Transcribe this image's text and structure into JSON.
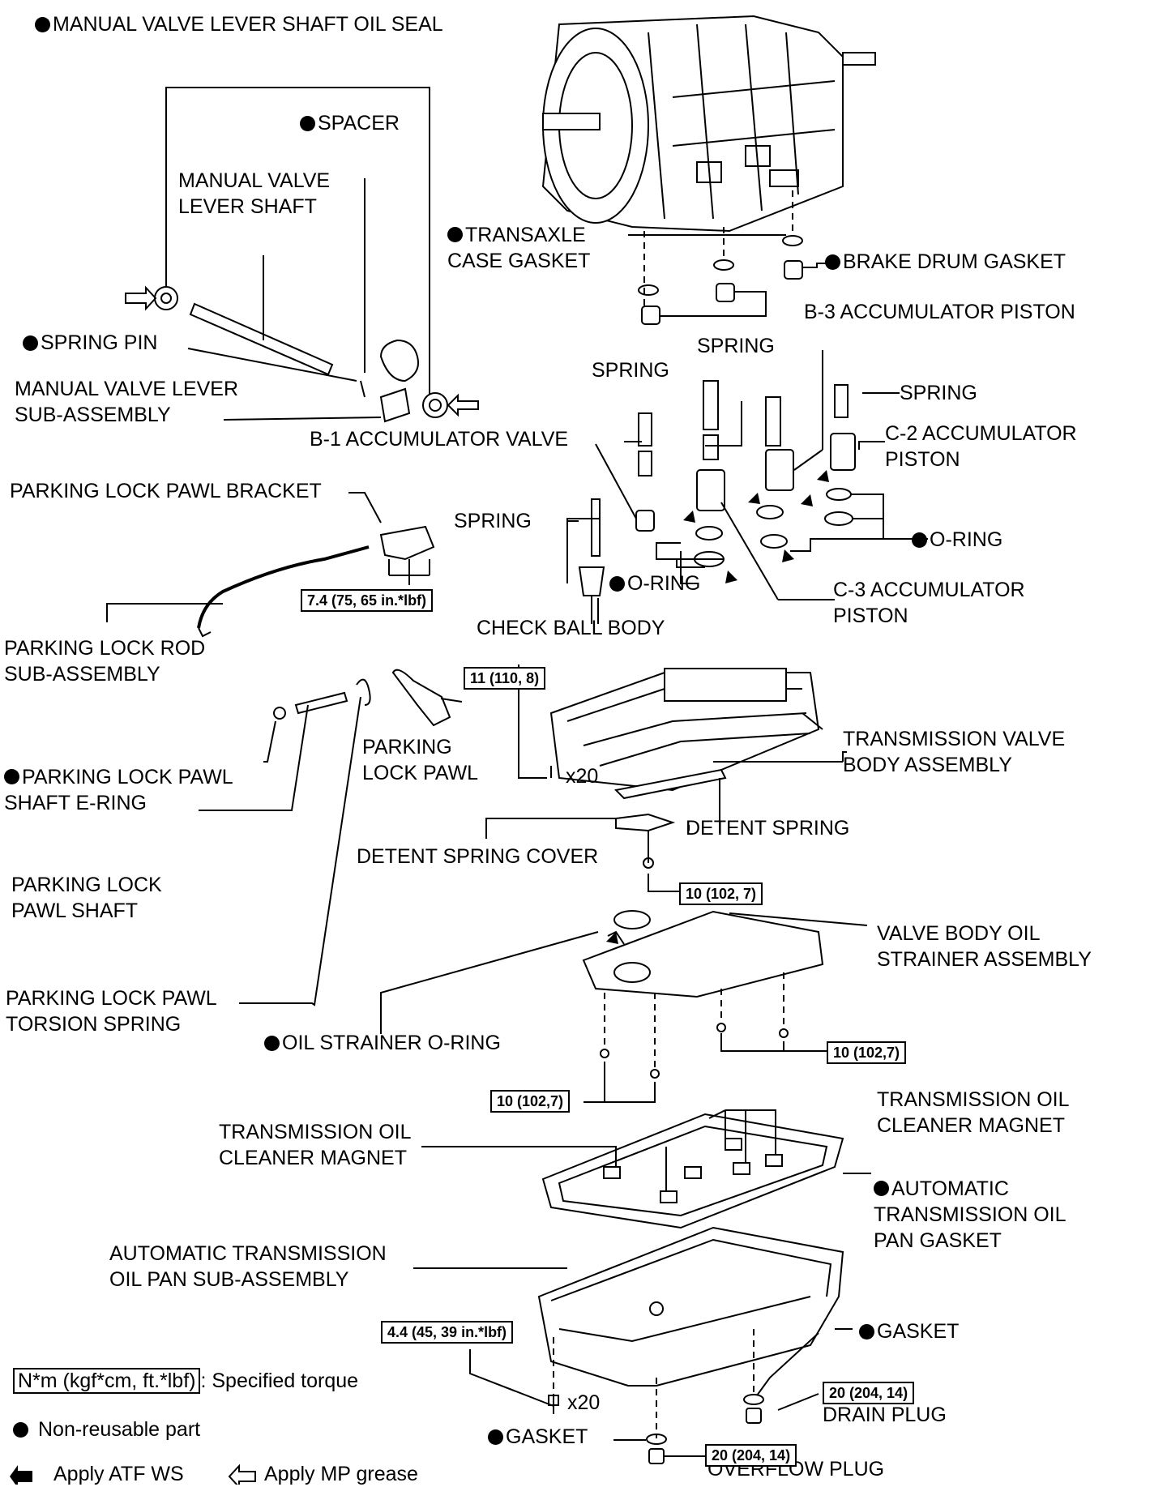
{
  "labels": {
    "manual_valve_lever_shaft_oil_seal": "MANUAL VALVE LEVER SHAFT OIL SEAL",
    "spacer": "SPACER",
    "manual_valve_lever_shaft": "MANUAL VALVE\nLEVER SHAFT",
    "transaxle_case_gasket": "TRANSAXLE\nCASE GASKET",
    "brake_drum_gasket": "BRAKE DRUM GASKET",
    "b3_accumulator_piston": "B-3 ACCUMULATOR PISTON",
    "spring_pin": "SPRING PIN",
    "spring_a": "SPRING",
    "spring_b": "SPRING",
    "spring_c": "SPRING",
    "spring_d": "SPRING",
    "manual_valve_lever_sub_assembly": "MANUAL VALVE LEVER\nSUB-ASSEMBLY",
    "b1_accumulator_valve": "B-1 ACCUMULATOR VALVE",
    "c2_accumulator_piston": "C-2 ACCUMULATOR\nPISTON",
    "parking_lock_pawl_bracket": "PARKING LOCK PAWL BRACKET",
    "o_ring_right": "O-RING",
    "o_ring_center": "O-RING",
    "c3_accumulator_piston": "C-3 ACCUMULATOR\nPISTON",
    "check_ball_body": "CHECK BALL BODY",
    "parking_lock_rod_sub_assembly": "PARKING LOCK ROD\nSUB-ASSEMBLY",
    "parking_lock_pawl": "PARKING\nLOCK PAWL",
    "transmission_valve_body_assembly": "TRANSMISSION VALVE\nBODY ASSEMBLY",
    "parking_lock_pawl_shaft_e_ring": "PARKING LOCK PAWL\nSHAFT E-RING",
    "detent_spring": "DETENT SPRING",
    "detent_spring_cover": "DETENT SPRING COVER",
    "parking_lock_pawl_shaft": "PARKING LOCK\nPAWL SHAFT",
    "valve_body_oil_strainer_assembly": "VALVE BODY OIL\nSTRAINER ASSEMBLY",
    "parking_lock_pawl_torsion_spring": "PARKING LOCK PAWL\nTORSION SPRING",
    "oil_strainer_o_ring": "OIL STRAINER O-RING",
    "transmission_oil_cleaner_magnet_right": "TRANSMISSION OIL\nCLEANER MAGNET",
    "transmission_oil_cleaner_magnet_left": "TRANSMISSION OIL\nCLEANER MAGNET",
    "automatic_transmission_oil_pan_gasket": "AUTOMATIC\nTRANSMISSION OIL\nPAN GASKET",
    "automatic_transmission_oil_pan_sub_assembly": "AUTOMATIC TRANSMISSION\nOIL PAN SUB-ASSEMBLY",
    "gasket_drain": "GASKET",
    "drain_plug": "DRAIN PLUG",
    "gasket_overflow": "GASKET",
    "overflow_plug": "OVERFLOW PLUG",
    "qty_valve_body_bolts": "x20",
    "qty_pan_bolts": "x20"
  },
  "torques": {
    "bracket_bolts": "7.4 (75, 65 in.*lbf)",
    "valve_body_bolts": "11 (110, 8)",
    "detent_spring_bolt": "10 (102, 7)",
    "strainer_bolts_right": "10 (102,7)",
    "strainer_bolts_left": "10 (102,7)",
    "pan_bolts": "4.4 (45, 39 in.*lbf)",
    "drain_plug": "20 (204, 14)",
    "overflow_plug": "20 (204, 14)"
  },
  "legend": {
    "torque_unit": "N*m (kgf*cm, ft.*lbf)",
    "torque_desc": ": Specified torque",
    "non_reusable": "Non-reusable part",
    "apply_atf": "Apply ATF WS",
    "apply_grease": "Apply MP grease"
  }
}
